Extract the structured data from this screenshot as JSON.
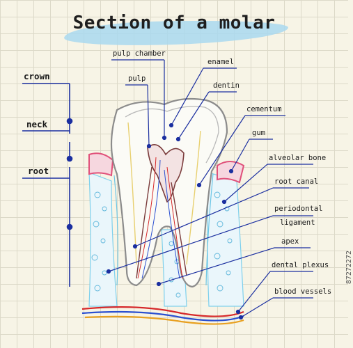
{
  "title": "Section of a molar",
  "left_labels": {
    "crown": "crown",
    "neck": "neck",
    "root": "root"
  },
  "right_labels": {
    "pulp_chamber": "pulp chamber",
    "pulp": "pulp",
    "enamel": "enamel",
    "dentin": "dentin",
    "cementum": "cementum",
    "gum": "gum",
    "alveolar_bone": "alveolar bone",
    "root_canal": "root canal",
    "periodontal_ligament_1": "periodontal",
    "periodontal_ligament_2": "ligament",
    "apex": "apex",
    "dental_plexus": "dental plexus",
    "blood_vessels": "blood vessels"
  },
  "colors": {
    "line": "#1b2fa0",
    "tooth_outline": "#8c8c8c",
    "gum": "#e0507a",
    "bone": "#6cc6e6",
    "pulp": "#e8d070",
    "vessel_red": "#d6282a",
    "vessel_blue": "#2a4fd0"
  },
  "watermark": "87272272"
}
